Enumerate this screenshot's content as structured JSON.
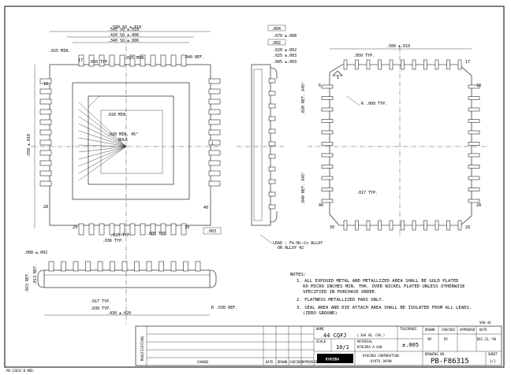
{
  "top_view": {
    "dims": {
      "d650": ".650 ±.010",
      "d505": ".505 SQ ±.010",
      "d420": ".420 SQ ±.006",
      "d340": ".340 SQ ±.006",
      "d025a": ".025 MIN.",
      "d025b": ".025 MIN.",
      "d040": ".040 REF.",
      "d015": ".015 TYP.",
      "d020": ".020 TYP.",
      "d036": ".036 TYP.",
      "d005": ".005 TYP.",
      "d003": ".003",
      "d020min": ".020 MIN.",
      "dmin": ".020 MIN. 45°",
      "bulk": "BULK"
    },
    "pins": {
      "p1": "1",
      "p17": "17",
      "p18": "18",
      "p28": "28",
      "p29": "29",
      "p39": "39",
      "p40": "40"
    }
  },
  "side_view": {
    "dims": {
      "d004": ".004",
      "d070": ".070 ±.008",
      "d002": ".002",
      "d020": ".020 ±.002",
      "d025": ".025 ±.003",
      "d005": ".005 ±.003"
    },
    "lead_note": "LEAD : Fe-Ni-Co ALLOY",
    "lead_note2": "OR ALLOY 42"
  },
  "bottom_view": {
    "dims": {
      "d500": ".500 ±.010",
      "d050": ".050 TYP.",
      "r009": "R .009 TYP.",
      "d017": ".017 TYP.",
      "dref": ".020 REF. X45°",
      "dref2": ".040 REF. X45°"
    },
    "pins": {
      "p1": "1",
      "p17": "17",
      "p18": "18",
      "p28": "28",
      "p29": "29",
      "p39": "39",
      "p40": "40"
    }
  },
  "profile_view": {
    "dims": {
      "d008": ".008 ±.002",
      "d023": ".023 REF.",
      "d013": ".013 REF.",
      "d017": ".017 TYP.",
      "d030": ".030 TYP.",
      "d430": ".430 ±.020",
      "r030": "R .030 REF."
    }
  },
  "notes": {
    "title": "NOTES:",
    "n1a": "1. ALL EXPOSED METAL AND METALLIZED AREA SHALL BE GOLD PLATED",
    "n1b": "60 MICRO INCHES MIN. THK. OVER NICKEL PLATED UNLESS OTHERWISE",
    "n1c": "SPECIFIED IN PURCHASE ORDER.",
    "n2": "2. FLATNESS METALLIZED PADS ONLY.",
    "n3a": "3. SEAL AREA AND DIE ATTACH AREA SHALL BE ISOLATED FROM ALL LEADS.",
    "n3b": "(ZERO GROUND)"
  },
  "title_block": {
    "modifications": "MODIFICATIONS",
    "change": "CHANGE",
    "date": "DATE",
    "drawn": "DRAWN",
    "checked": "CHECKED",
    "approved": "APPROVED",
    "name_label": "NAME",
    "name": "44 CQFJ",
    "name_sub": "(.340 SQ. CAV.)",
    "scale_label": "SCALE",
    "scale": "10/1",
    "material_label": "MATERIAL",
    "material": "KYOCERA A-440",
    "tolerance_label": "TOLERANCE",
    "tolerance": "±.005",
    "company": "KYOCERA CORPORATION",
    "company2": "KYOTO JAPAN",
    "logo": "KYOCERA",
    "drawing_no_label": "DRAWING NO.",
    "drawing_no": "PB-F86315",
    "sheet_label": "SHEET",
    "sheet": "1/1",
    "vad": "VAD-44",
    "drawn_by": "SM",
    "checked_by": "MJ",
    "date_val": "DEC.22,'98"
  },
  "form_no": "PB-12832-B MOD."
}
